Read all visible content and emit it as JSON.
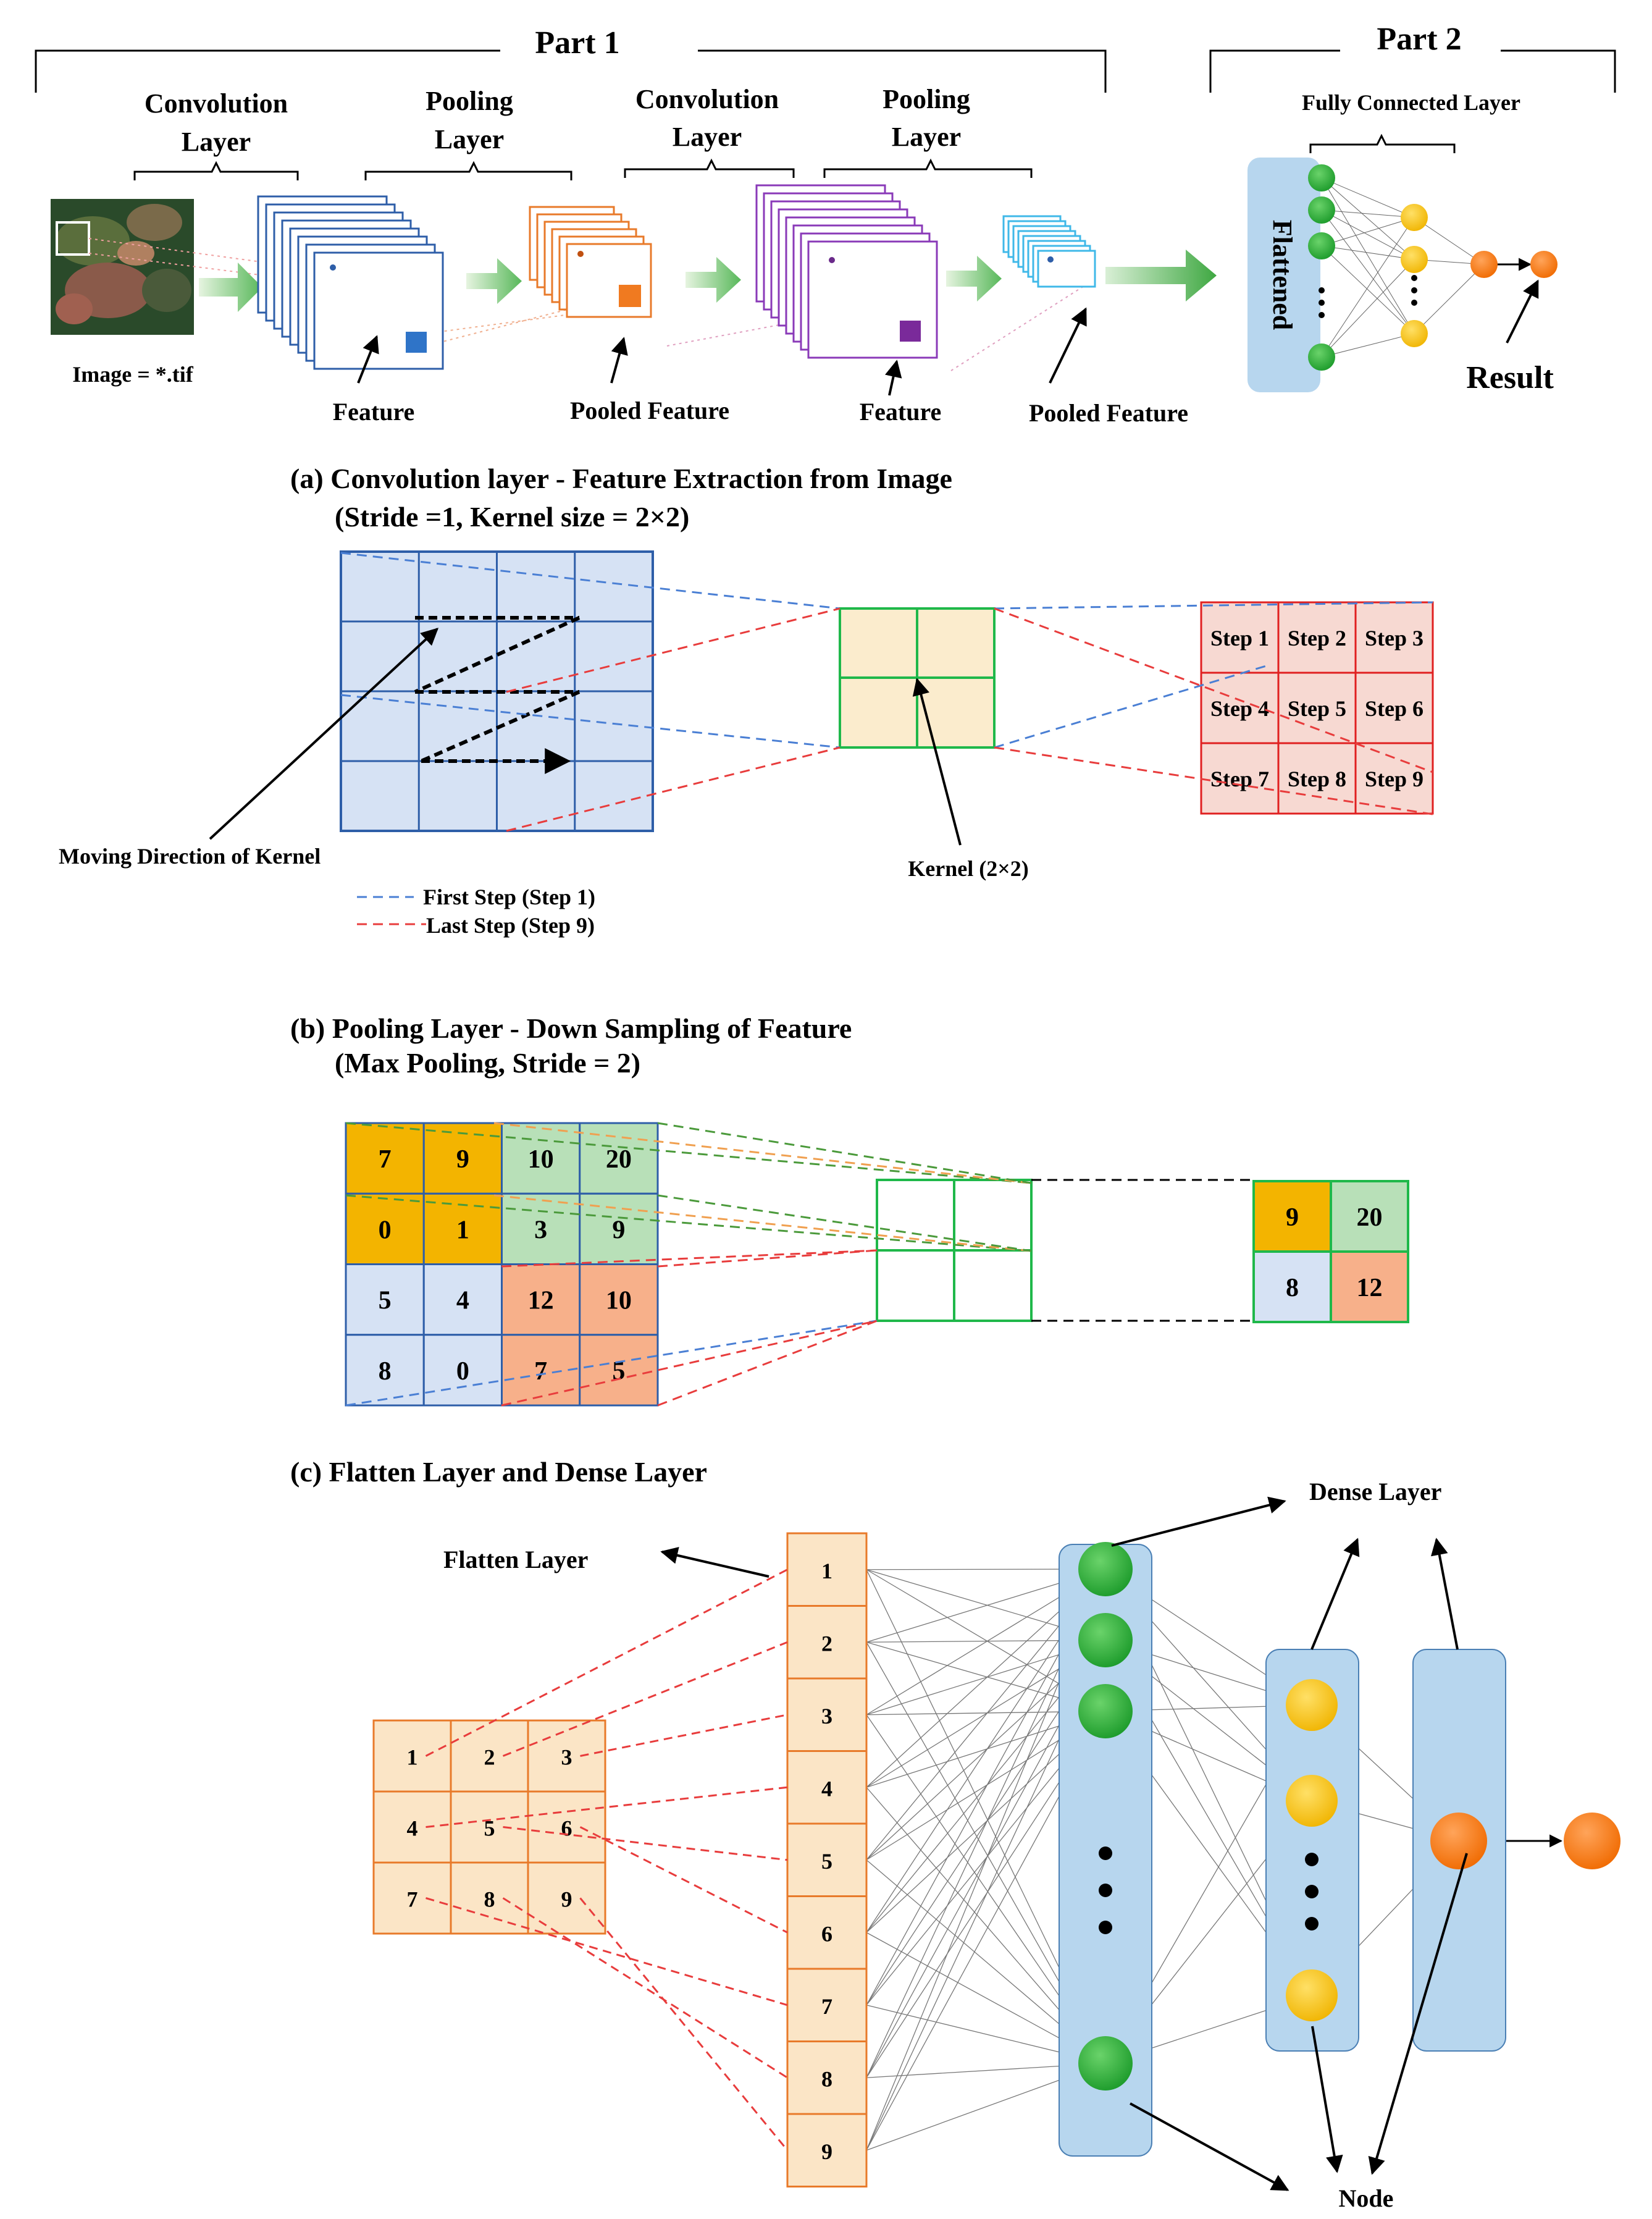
{
  "part1": {
    "title": "Part 1",
    "stages": [
      {
        "label_line1": "Convolution",
        "label_line2": "Layer"
      },
      {
        "label_line1": "Pooling",
        "label_line2": "Layer"
      },
      {
        "label_line1": "Convolution",
        "label_line2": "Layer"
      },
      {
        "label_line1": "Pooling",
        "label_line2": "Layer"
      }
    ],
    "image_label": "Image = *.tif",
    "output_labels": [
      "Feature",
      "Pooled Feature",
      "Feature",
      "Pooled Feature"
    ]
  },
  "part2": {
    "title": "Part 2",
    "fc_label": "Fully Connected Layer",
    "flattened": "Flattened",
    "result": "Result"
  },
  "section_a": {
    "title": "(a) Convolution layer - Feature Extraction from Image",
    "subtitle": "(Stride =1, Kernel size = 2×2)",
    "moving_direction": "Moving Direction of Kernel",
    "kernel_label": "Kernel (2×2)",
    "legend": [
      {
        "label": "First Step (Step 1)",
        "color": "#4a7fd4"
      },
      {
        "label": "Last Step (Step 9)",
        "color": "#e83c3c"
      }
    ],
    "steps": [
      "Step 1",
      "Step 2",
      "Step 3",
      "Step 4",
      "Step 5",
      "Step 6",
      "Step 7",
      "Step 8",
      "Step 9"
    ]
  },
  "section_b": {
    "title": "(b) Pooling Layer - Down Sampling of Feature",
    "subtitle": "(Max Pooling, Stride = 2)",
    "input": [
      [
        "7",
        "9",
        "10",
        "20"
      ],
      [
        "0",
        "1",
        "3",
        "9"
      ],
      [
        "5",
        "4",
        "12",
        "10"
      ],
      [
        "8",
        "0",
        "7",
        "5"
      ]
    ],
    "output": [
      [
        "9",
        "20"
      ],
      [
        "8",
        "12"
      ]
    ]
  },
  "section_c": {
    "title": "(c) Flatten Layer and Dense Layer",
    "flatten_label": "Flatten Layer",
    "dense_label": "Dense Layer",
    "node_label": "Node",
    "grid": [
      [
        "1",
        "2",
        "3"
      ],
      [
        "4",
        "5",
        "6"
      ],
      [
        "7",
        "8",
        "9"
      ]
    ],
    "column": [
      "1",
      "2",
      "3",
      "4",
      "5",
      "6",
      "7",
      "8",
      "9"
    ]
  },
  "colors": {
    "blue_cell": "#d6e2f4",
    "blue_border": "#2e5ea8",
    "kernel_fill": "#fbeccd",
    "kernel_border": "#1fb84a",
    "step_fill": "#f7d9d2",
    "step_border": "#e02020",
    "orange_cell": "#fbe5c6",
    "orange_border": "#e87a2a",
    "pool_yellow": "#f3b400",
    "pool_green": "#b8e0b8",
    "pool_blue": "#d6e2f4",
    "pool_salmon": "#f7b08a",
    "node_green": "#2bb038",
    "node_yellow": "#f7c300",
    "node_orange": "#f77a14",
    "panel_blue": "#b7d6ee"
  }
}
